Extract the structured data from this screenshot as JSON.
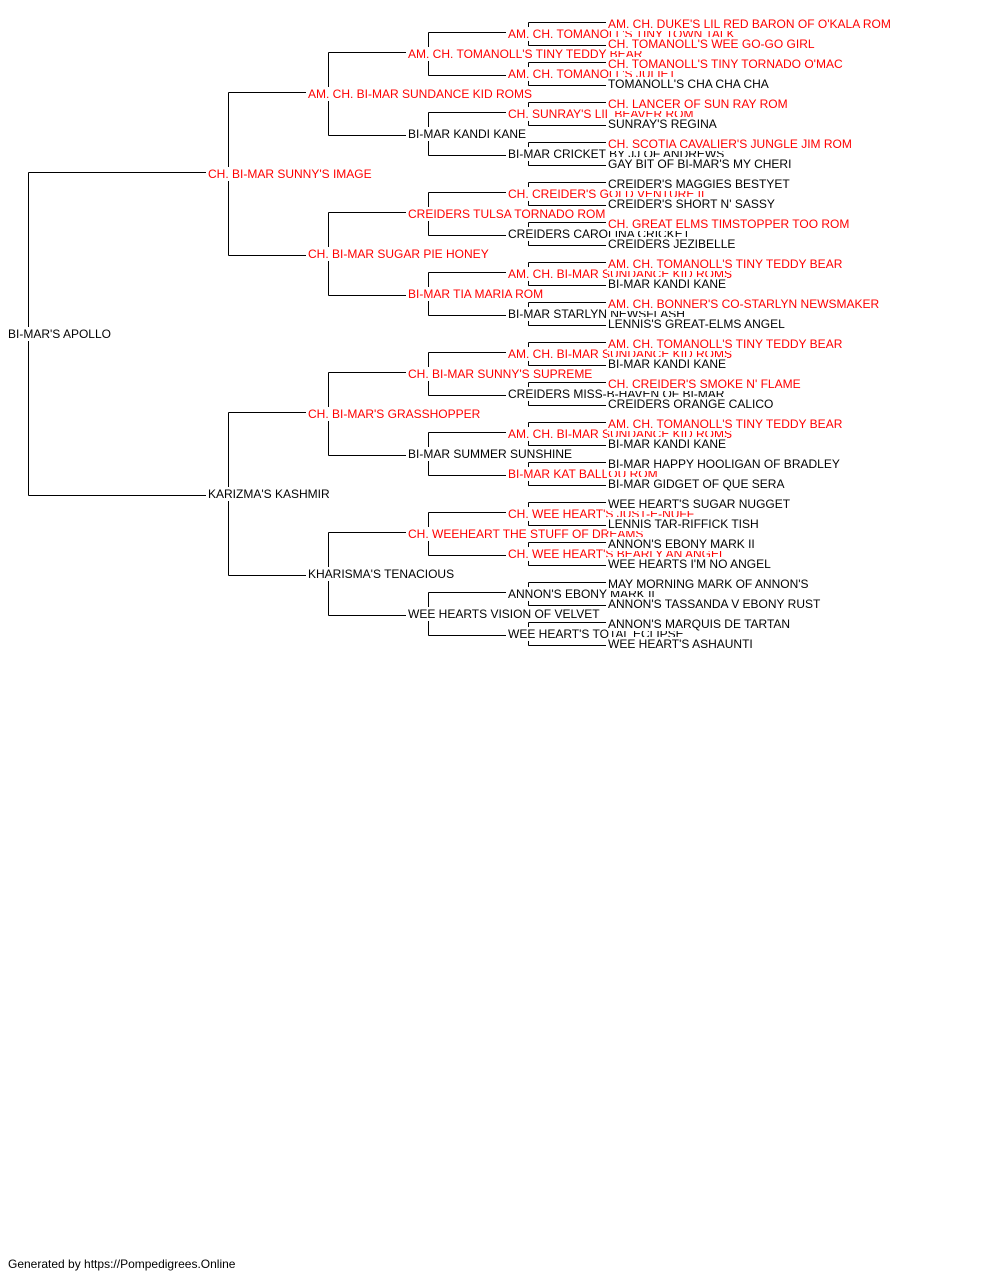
{
  "colors": {
    "champion": "#ff0000",
    "regular": "#000000",
    "line": "#000000"
  },
  "pedigree": {
    "name": "BI-MAR'S APOLLO",
    "champion": false,
    "sire": {
      "name": "CH. BI-MAR SUNNY'S IMAGE",
      "champion": true,
      "sire": {
        "name": "AM. CH. BI-MAR SUNDANCE KID ROMS",
        "champion": true,
        "sire": {
          "name": "AM. CH. TOMANOLL'S TINY TEDDY BEAR",
          "champion": true,
          "sire": {
            "name": "AM. CH. TOMANOLL'S TINY TOWN TALK",
            "champion": true,
            "sire": {
              "name": "AM. CH. DUKE'S LIL RED BARON OF O'KALA ROM",
              "champion": true
            },
            "dam": {
              "name": "CH. TOMANOLL'S WEE GO-GO GIRL",
              "champion": true
            }
          },
          "dam": {
            "name": "AM. CH. TOMANOLL'S JULIET",
            "champion": true,
            "sire": {
              "name": "CH. TOMANOLL'S TINY TORNADO O'MAC",
              "champion": true
            },
            "dam": {
              "name": "TOMANOLL'S CHA CHA CHA",
              "champion": false
            }
          }
        },
        "dam": {
          "name": "BI-MAR KANDI KANE",
          "champion": false,
          "sire": {
            "name": "CH. SUNRAY'S LIL BEAVER ROM",
            "champion": true,
            "sire": {
              "name": "CH. LANCER OF SUN RAY ROM",
              "champion": true
            },
            "dam": {
              "name": "SUNRAY'S REGINA",
              "champion": false
            }
          },
          "dam": {
            "name": "BI-MAR CRICKET BY JJ OF ANDREWS",
            "champion": false,
            "sire": {
              "name": "CH. SCOTIA CAVALIER'S JUNGLE JIM ROM",
              "champion": true
            },
            "dam": {
              "name": "GAY BIT OF BI-MAR'S MY CHERI",
              "champion": false
            }
          }
        }
      },
      "dam": {
        "name": "CH. BI-MAR SUGAR PIE HONEY",
        "champion": true,
        "sire": {
          "name": "CREIDERS TULSA TORNADO ROM",
          "champion": true,
          "sire": {
            "name": "CH. CREIDER'S GOLD VENTURE II",
            "champion": true,
            "sire": {
              "name": "CREIDER'S MAGGIES BESTYET",
              "champion": false
            },
            "dam": {
              "name": "CREIDER'S SHORT N' SASSY",
              "champion": false
            }
          },
          "dam": {
            "name": "CREIDERS CAROLINA CRICKET",
            "champion": false,
            "sire": {
              "name": "CH. GREAT ELMS TIMSTOPPER TOO ROM",
              "champion": true
            },
            "dam": {
              "name": "CREIDERS JEZIBELLE",
              "champion": false
            }
          }
        },
        "dam": {
          "name": "BI-MAR TIA MARIA ROM",
          "champion": true,
          "sire": {
            "name": "AM. CH. BI-MAR SUNDANCE KID ROMS",
            "champion": true,
            "sire": {
              "name": "AM. CH. TOMANOLL'S TINY TEDDY BEAR",
              "champion": true
            },
            "dam": {
              "name": "BI-MAR KANDI KANE",
              "champion": false
            }
          },
          "dam": {
            "name": "BI-MAR STARLYN NEWSFLASH",
            "champion": false,
            "sire": {
              "name": "AM. CH. BONNER'S CO-STARLYN NEWSMAKER",
              "champion": true
            },
            "dam": {
              "name": "LENNIS'S GREAT-ELMS ANGEL",
              "champion": false
            }
          }
        }
      }
    },
    "dam": {
      "name": "KARIZMA'S KASHMIR",
      "champion": false,
      "sire": {
        "name": "CH. BI-MAR'S GRASSHOPPER",
        "champion": true,
        "sire": {
          "name": "CH. BI-MAR SUNNY'S SUPREME",
          "champion": true,
          "sire": {
            "name": "AM. CH. BI-MAR SUNDANCE KID ROMS",
            "champion": true,
            "sire": {
              "name": "AM. CH. TOMANOLL'S TINY TEDDY BEAR",
              "champion": true
            },
            "dam": {
              "name": "BI-MAR KANDI KANE",
              "champion": false
            }
          },
          "dam": {
            "name": "CREIDERS MISS-B-HAVEN OF BI-MAR",
            "champion": false,
            "sire": {
              "name": "CH. CREIDER'S SMOKE N' FLAME",
              "champion": true
            },
            "dam": {
              "name": "CREIDERS ORANGE CALICO",
              "champion": false
            }
          }
        },
        "dam": {
          "name": "BI-MAR SUMMER SUNSHINE",
          "champion": false,
          "sire": {
            "name": "AM. CH. BI-MAR SUNDANCE KID ROMS",
            "champion": true,
            "sire": {
              "name": "AM. CH. TOMANOLL'S TINY TEDDY BEAR",
              "champion": true
            },
            "dam": {
              "name": "BI-MAR KANDI KANE",
              "champion": false
            }
          },
          "dam": {
            "name": "BI-MAR KAT BALLOU ROM",
            "champion": true,
            "sire": {
              "name": "BI-MAR HAPPY HOOLIGAN OF BRADLEY",
              "champion": false
            },
            "dam": {
              "name": "BI-MAR GIDGET OF QUE SERA",
              "champion": false
            }
          }
        }
      },
      "dam": {
        "name": "KHARISMA'S TENACIOUS",
        "champion": false,
        "sire": {
          "name": "CH. WEEHEART THE STUFF OF DREAMS",
          "champion": true,
          "sire": {
            "name": "CH. WEE HEART'S JUST-E-NUFF",
            "champion": true,
            "sire": {
              "name": "WEE HEART'S SUGAR NUGGET",
              "champion": false
            },
            "dam": {
              "name": "LENNIS TAR-RIFFICK TISH",
              "champion": false
            }
          },
          "dam": {
            "name": "CH. WEE HEART'S BEARLY AN ANGEL",
            "champion": true,
            "sire": {
              "name": "ANNON'S EBONY MARK II",
              "champion": false
            },
            "dam": {
              "name": "WEE HEARTS I'M NO ANGEL",
              "champion": false
            }
          }
        },
        "dam": {
          "name": "WEE HEARTS VISION OF VELVET",
          "champion": false,
          "sire": {
            "name": "ANNON'S EBONY MARK II",
            "champion": false,
            "sire": {
              "name": "MAY MORNING MARK OF ANNON'S",
              "champion": false
            },
            "dam": {
              "name": "ANNON'S TASSANDA V EBONY RUST",
              "champion": false
            }
          },
          "dam": {
            "name": "WEE HEART'S TOTAL ECLIPSE",
            "champion": false,
            "sire": {
              "name": "ANNON'S MARQUIS DE TARTAN",
              "champion": false
            },
            "dam": {
              "name": "WEE HEART'S ASHAUNTI",
              "champion": false
            }
          }
        }
      }
    }
  },
  "footer": {
    "text": "Generated by https://Pompedigrees.Online"
  }
}
